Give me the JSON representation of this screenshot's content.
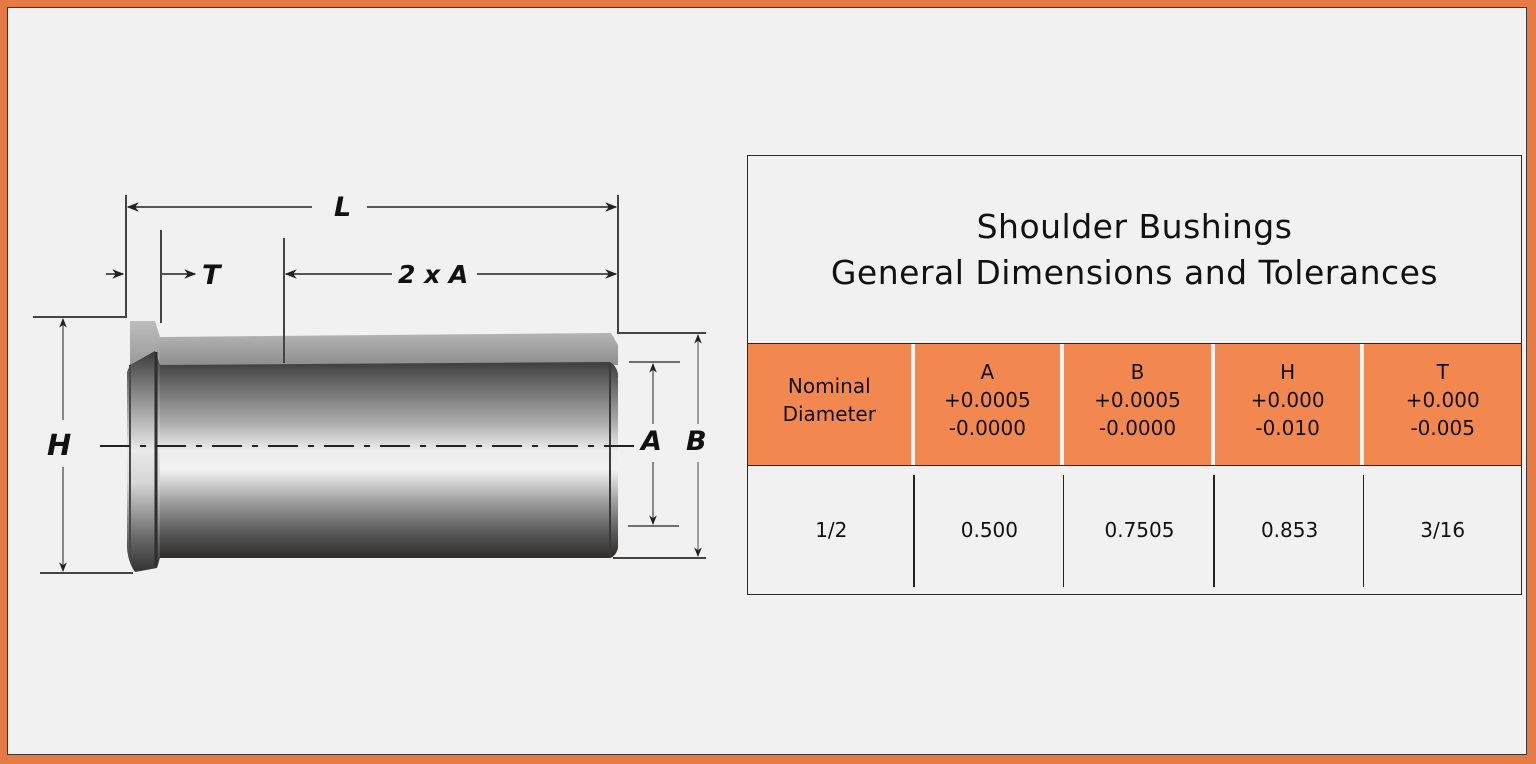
{
  "diagram": {
    "subject": "Shoulder bushing side view with dimension callouts",
    "labels": {
      "L": "L",
      "T": "T",
      "two_x_A": "2 x A",
      "H": "H",
      "A": "A",
      "B": "B"
    }
  },
  "table": {
    "title_line1": "Shoulder Bushings",
    "title_line2": "General Dimensions and Tolerances",
    "header_color": "#f2884f",
    "frame_color": "#e57a45",
    "columns": [
      {
        "name": "Nominal",
        "name2": "Diameter",
        "tol_plus": "",
        "tol_minus": ""
      },
      {
        "name": "A",
        "tol_plus": "+0.0005",
        "tol_minus": "-0.0000"
      },
      {
        "name": "B",
        "tol_plus": "+0.0005",
        "tol_minus": "-0.0000"
      },
      {
        "name": "H",
        "tol_plus": "+0.000",
        "tol_minus": "-0.010"
      },
      {
        "name": "T",
        "tol_plus": "+0.000",
        "tol_minus": "-0.005"
      }
    ],
    "rows": [
      [
        "1/2",
        "0.500",
        "0.7505",
        "0.853",
        "3/16"
      ]
    ]
  }
}
